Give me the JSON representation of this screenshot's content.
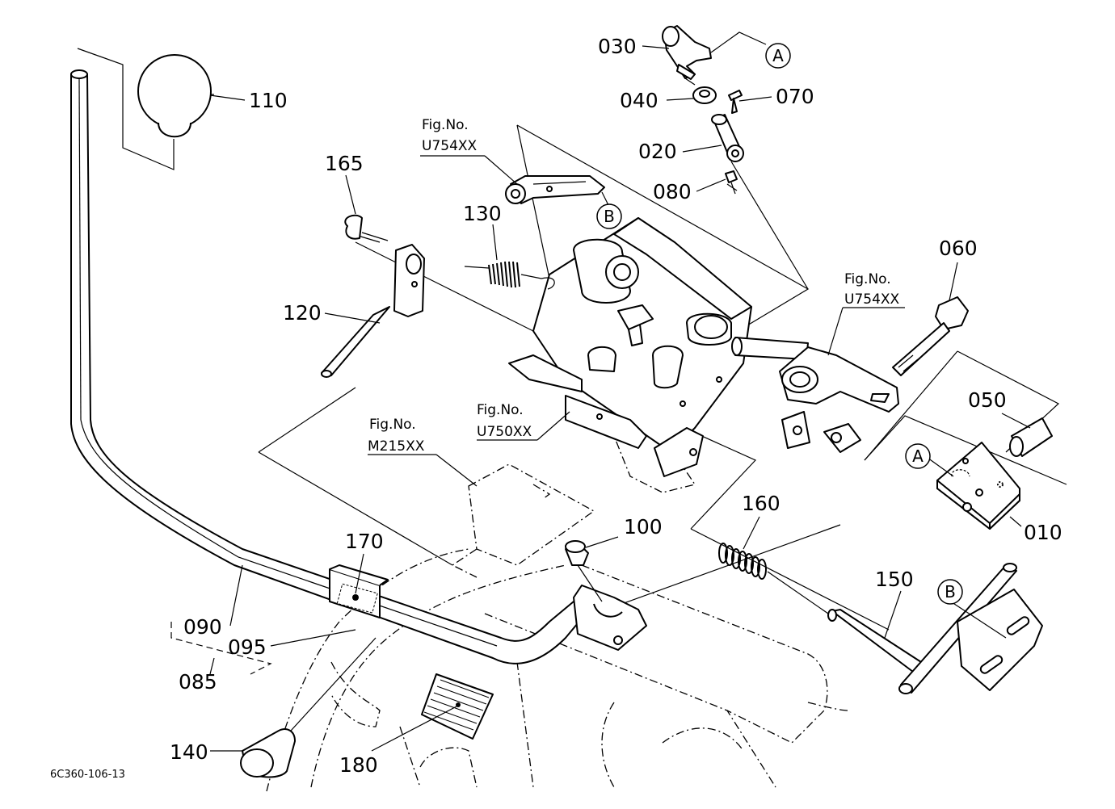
{
  "part_labels": [
    {
      "id": "p030",
      "text": "030"
    },
    {
      "id": "p040",
      "text": "040"
    },
    {
      "id": "p070",
      "text": "070"
    },
    {
      "id": "p020",
      "text": "020"
    },
    {
      "id": "p080",
      "text": "080"
    },
    {
      "id": "p110",
      "text": "110"
    },
    {
      "id": "p165",
      "text": "165"
    },
    {
      "id": "p130",
      "text": "130"
    },
    {
      "id": "p120",
      "text": "120"
    },
    {
      "id": "p060",
      "text": "060"
    },
    {
      "id": "p050",
      "text": "050"
    },
    {
      "id": "p010",
      "text": "010"
    },
    {
      "id": "p160",
      "text": "160"
    },
    {
      "id": "p100",
      "text": "100"
    },
    {
      "id": "p170",
      "text": "170"
    },
    {
      "id": "p090",
      "text": "090"
    },
    {
      "id": "p095",
      "text": "095"
    },
    {
      "id": "p085",
      "text": "085"
    },
    {
      "id": "p150",
      "text": "150"
    },
    {
      "id": "p140",
      "text": "140"
    },
    {
      "id": "p180",
      "text": "180"
    }
  ],
  "figure_refs": [
    {
      "id": "ref1",
      "line1": "Fig.No.",
      "line2": "U754XX"
    },
    {
      "id": "ref2",
      "line1": "Fig.No.",
      "line2": "U754XX"
    },
    {
      "id": "ref3",
      "line1": "Fig.No.",
      "line2": "U750XX"
    },
    {
      "id": "ref4",
      "line1": "Fig.No.",
      "line2": "M215XX"
    }
  ],
  "callouts": [
    {
      "id": "calloutA1",
      "letter": "A"
    },
    {
      "id": "calloutB1",
      "letter": "B"
    },
    {
      "id": "calloutA2",
      "letter": "A"
    },
    {
      "id": "calloutB2",
      "letter": "B"
    }
  ],
  "drawing_code": "6C360-106-13"
}
